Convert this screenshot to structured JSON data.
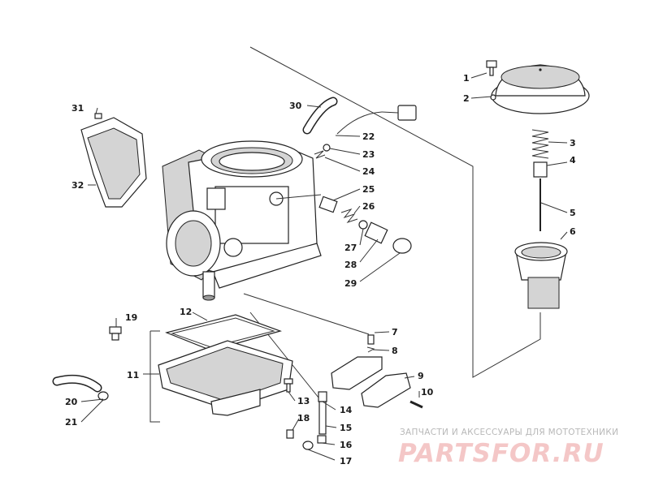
{
  "labels": {
    "p1": "1",
    "p2": "2",
    "p3": "3",
    "p4": "4",
    "p5": "5",
    "p6": "6",
    "p7": "7",
    "p8": "8",
    "p9": "9",
    "p10": "10",
    "p11": "11",
    "p12": "12",
    "p13": "13",
    "p14": "14",
    "p15": "15",
    "p16": "16",
    "p17": "17",
    "p18": "18",
    "p19": "19",
    "p20": "20",
    "p21": "21",
    "p22": "22",
    "p23": "23",
    "p24": "24",
    "p25": "25",
    "p26": "26",
    "p27": "27",
    "p28": "28",
    "p29": "29",
    "p30": "30",
    "p31": "31",
    "p32": "32"
  },
  "watermark": {
    "tagline": "ЗАПЧАСТИ И АКСЕССУАРЫ ДЛЯ МОТОТЕХНИКИ",
    "logo": "PARTSFOR.RU",
    "color": "#f4c7c7"
  }
}
